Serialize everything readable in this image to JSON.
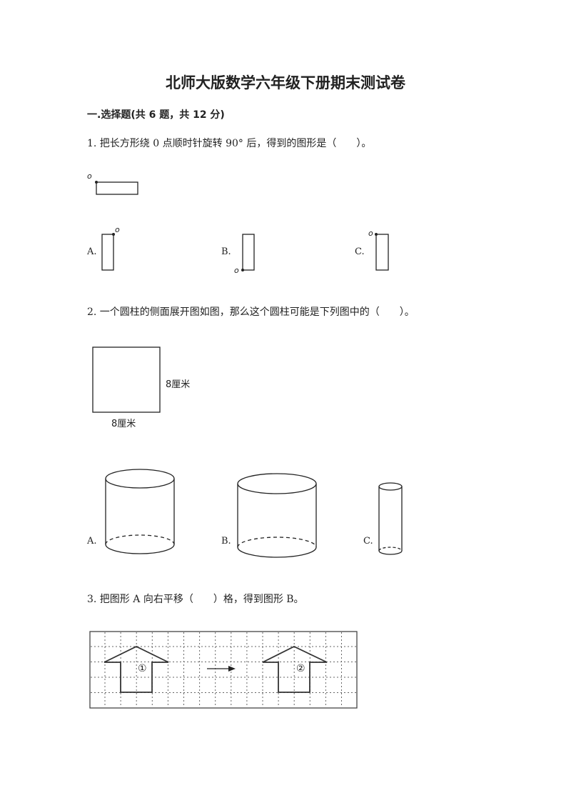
{
  "title": "北师大版数学六年级下册期末测试卷",
  "section": "一.选择题(共 6 题，共 12 分)",
  "questions": [
    {
      "text": "1. 把长方形绕 0 点顺时针旋转 90° 后，得到的图形是（　　）。",
      "point_label": "o",
      "options": [
        "A.",
        "B.",
        "C."
      ]
    },
    {
      "text": "2. 一个圆柱的侧面展开图如图，那么这个圆柱可能是下列图中的（　　）。",
      "side_label": "8厘米",
      "bottom_label": "8厘米",
      "options": [
        "A.",
        "B.",
        "C."
      ]
    },
    {
      "text": "3. 把图形 A 向右平移（　　）格，得到图形 B。",
      "shape_labels": [
        "①",
        "②"
      ]
    }
  ]
}
